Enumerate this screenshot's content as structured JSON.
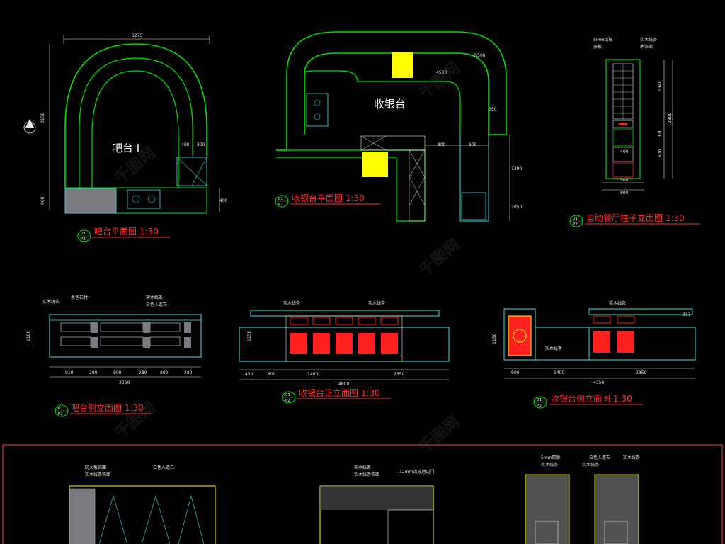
{
  "colors": {
    "background": "#000000",
    "green": "#00e000",
    "cyan": "#40e0e0",
    "yellow": "#ffff00",
    "red": "#ff2020",
    "white": "#e8e8e8",
    "magenta": "#ff40ff",
    "gray": "#7a7a80"
  },
  "watermark": "千图网",
  "bar_plan": {
    "title": "吧台平面图 1:30",
    "label": "吧台 I",
    "tag_top": "01",
    "tag_bottom": "P2",
    "dims": {
      "width": "3275",
      "height": "3150",
      "lower": "600",
      "d400": "400",
      "d300": "300",
      "d400b": "400"
    }
  },
  "cashier_plan": {
    "title": "收银台平面图 1:30",
    "label": "收银台",
    "tag_top": "01",
    "tag_bottom": "P2",
    "dims": {
      "d350": "350",
      "d800": "800",
      "d600": "600",
      "d1390": "1390",
      "d1050": "1050",
      "d450": "4530",
      "r": "R500"
    }
  },
  "column_elev": {
    "title": "自助餐厅柱子立面图 1:30",
    "tag_top": "01",
    "tag_bottom": "P2",
    "notes": [
      "8mm清玻",
      "夹板",
      "实木线条",
      "木饰面"
    ],
    "dims": {
      "d500": "500",
      "d800": "800",
      "d1340": "1340",
      "d2800": "2800",
      "d370": "370",
      "d600": "600",
      "d400": "400"
    }
  },
  "bar_side": {
    "title": "吧台侧立面图 1:30",
    "tag_top": "01",
    "tag_bottom": "P2",
    "notes": [
      "实木线条",
      "黑色石材",
      "实木线条",
      "白色人造石"
    ],
    "dims": [
      "910",
      "280",
      "800",
      "280",
      "800",
      "280"
    ],
    "total": "3350",
    "height": "1100"
  },
  "cashier_front": {
    "title": "收银台正立面图 1:30",
    "tag_top": "01",
    "tag_bottom": "P2",
    "notes": [
      "实木线条",
      "实木线条"
    ],
    "dims": [
      "450",
      "600",
      "1400",
      "2350"
    ],
    "total": "4800",
    "height": "1150"
  },
  "cashier_side": {
    "title": "收银台侧立面图 1:30",
    "tag_top": "01",
    "tag_bottom": "P2",
    "notes": [
      "实木线条",
      "实木线条"
    ],
    "dims": [
      "600",
      "1400",
      "2350"
    ],
    "total": "4350",
    "height": "1150",
    "d317": "317"
  },
  "bottom_row": {
    "notes_left": [
      "防火板饰面",
      "实木线条饰面",
      "白色人造石"
    ],
    "notes_mid": [
      "实木线条",
      "实木线条饰面",
      "12mm清玻磨边门"
    ],
    "notes_right": [
      "5mm厚胶",
      "实木线条",
      "白色人造石",
      "实木线条",
      "实木线条"
    ]
  }
}
